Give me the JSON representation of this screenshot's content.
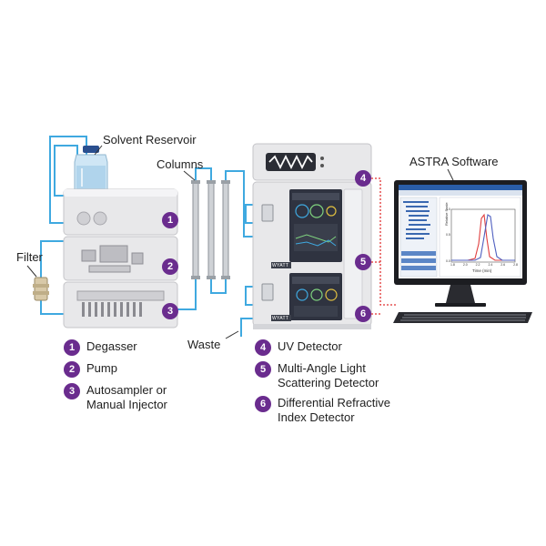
{
  "labels": {
    "solvent_reservoir": "Solvent Reservoir",
    "columns": "Columns",
    "filter": "Filter",
    "waste": "Waste",
    "astra_software": "ASTRA Software",
    "brand": "WYATT"
  },
  "legend_left": [
    {
      "num": "1",
      "text": "Degasser"
    },
    {
      "num": "2",
      "text": "Pump"
    },
    {
      "num": "3",
      "text": "Autosampler or\nManual Injector"
    }
  ],
  "legend_right": [
    {
      "num": "4",
      "text": "UV Detector"
    },
    {
      "num": "5",
      "text": "Multi-Angle Light\nScattering Detector"
    },
    {
      "num": "6",
      "text": "Differential Refractive\nIndex Detector"
    }
  ],
  "badges": [
    "1",
    "2",
    "3",
    "4",
    "5",
    "6"
  ],
  "screen_chart": {
    "xlabel": "Time (min)",
    "ylabel": "Relative Scale",
    "y_ticks": [
      "0.0",
      "0.5",
      "1.0"
    ],
    "x_ticks": [
      "1.8",
      "2.0",
      "2.2",
      "2.4",
      "2.6",
      "2.8"
    ]
  },
  "colors": {
    "tube": "#3fa9e0",
    "badge": "#6a2c8e",
    "signal_line": "#e03030",
    "instrument": "#e8e8ea",
    "curve_red": "#e04040",
    "curve_blue": "#5060c0"
  }
}
